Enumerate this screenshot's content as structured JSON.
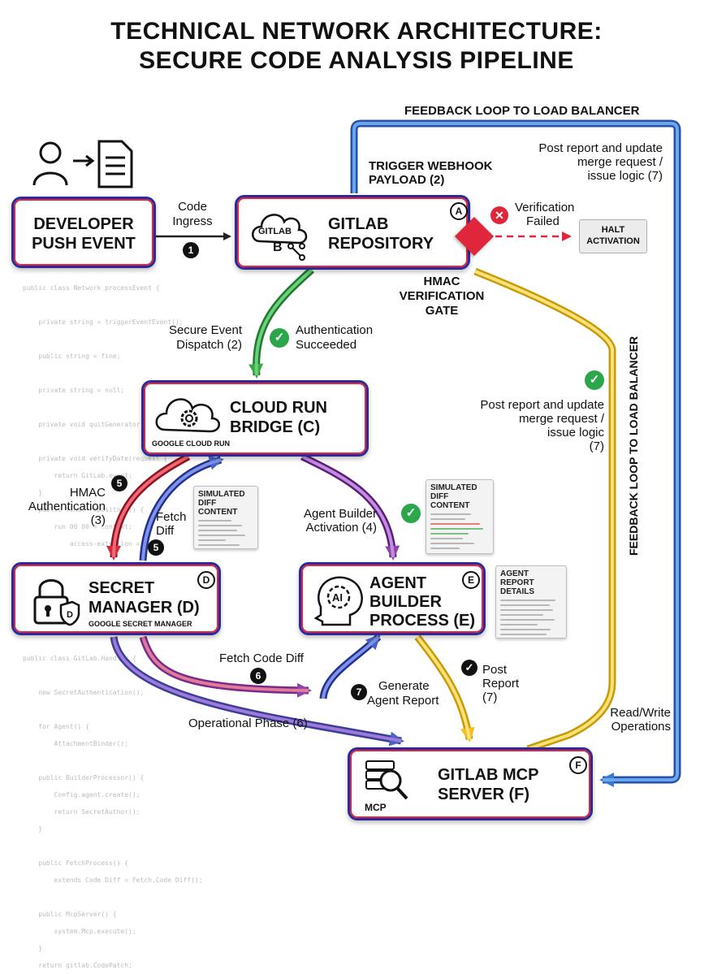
{
  "title": {
    "line1": "TECHNICAL NETWORK ARCHITECTURE:",
    "line2": "SECURE CODE ANALYSIS PIPELINE"
  },
  "nodes": {
    "developer": {
      "title_l1": "DEVELOPER",
      "title_l2": "PUSH EVENT"
    },
    "gitlab_repo": {
      "title_l1": "GITLAB",
      "title_l2": "REPOSITORY",
      "letter": "A",
      "logo_text": "GITLAB",
      "logo_b": "B"
    },
    "cloud_run": {
      "title_l1": "CLOUD RUN",
      "title_l2": "BRIDGE (C)",
      "sub": "GOOGLE CLOUD RUN"
    },
    "secret_manager": {
      "title_l1": "SECRET",
      "title_l2": "MANAGER (D)",
      "sub": "GOOGLE SECRET MANAGER",
      "letter": "D"
    },
    "agent_builder": {
      "title_l1": "AGENT",
      "title_l2": "BUILDER",
      "title_l3": "PROCESS (E)",
      "letter": "E",
      "icon_text": "AI"
    },
    "mcp_server": {
      "title_l1": "GITLAB MCP",
      "title_l2": "SERVER (F)",
      "letter": "F",
      "icon_text": "MCP"
    }
  },
  "labels": {
    "code_ingress_l1": "Code",
    "code_ingress_l2": "Ingress",
    "badge_1": "1",
    "trigger_l1": "TRIGGER WEBHOOK",
    "trigger_l2": "PAYLOAD (2)",
    "feedback_top": "FEEDBACK LOOP TO LOAD BALANCER",
    "feedback_side": "FEEDBACK LOOP TO LOAD BALANCER",
    "post_top_l1": "Post report and update",
    "post_top_l2": "merge request /",
    "post_top_l3": "issue logic (7)",
    "verif_failed_l1": "Verification",
    "verif_failed_l2": "Failed",
    "halt_l1": "HALT",
    "halt_l2": "ACTIVATION",
    "hmac_gate_l1": "HMAC",
    "hmac_gate_l2": "VERIFICATION",
    "hmac_gate_l3": "GATE",
    "secure_dispatch_l1": "Secure Event",
    "secure_dispatch_l2": "Dispatch (2)",
    "auth_succeeded_l1": "Authentication",
    "auth_succeeded_l2": "Succeeded",
    "post_mid_l1": "Post report and update",
    "post_mid_l2": "merge request /",
    "post_mid_l3": "issue logic",
    "post_mid_l4": "(7)",
    "hmac_auth_l1": "HMAC",
    "hmac_auth_l2": "Authentication",
    "hmac_auth_l3": "(3)",
    "badge_5a": "5",
    "fetch_diff_l1": "Fetch",
    "fetch_diff_l2": "Diff",
    "badge_5b": "5",
    "agent_activation_l1": "Agent Builder",
    "agent_activation_l2": "Activation (4)",
    "fetch_code_diff": "Fetch Code Diff",
    "badge_6": "6",
    "generate_l1": "Generate",
    "generate_l2": "Agent Report",
    "badge_7": "7",
    "post_report_l1": "Post",
    "post_report_l2": "Report",
    "post_report_l3": "(7)",
    "operational_phase": "Operational Phase (6)",
    "read_write_l1": "Read/Write",
    "read_write_l2": "Operations"
  },
  "docs": {
    "diff_small": {
      "title_l1": "SIMULATED",
      "title_l2": "DIFF CONTENT"
    },
    "diff_right": {
      "title_l1": "SIMULATED",
      "title_l2": "DIFF CONTENT"
    },
    "agent_report": {
      "title_l1": "AGENT REPORT",
      "title_l2": "DETAILS"
    }
  },
  "colors": {
    "border_blue": "#2a2a9c",
    "border_red": "#e0263a",
    "flow_green": "#3aa845",
    "flow_yellow": "#f2c21b",
    "flow_purple": "#8e44ad",
    "flow_blue": "#3a63c9",
    "feedback_blue": "#3a78d4",
    "check_green": "#2ca64b"
  }
}
